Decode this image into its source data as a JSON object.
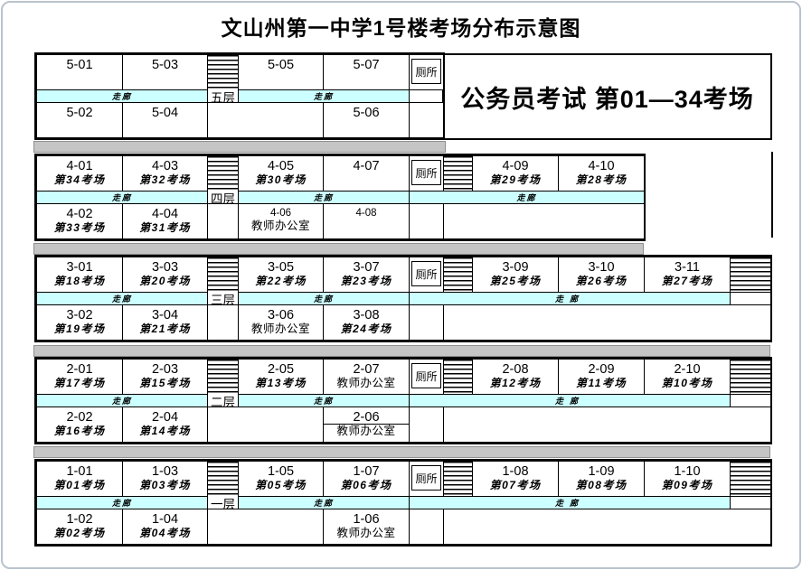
{
  "title": "文山州第一中学1号楼考场分布示意图",
  "info_box_text": "公务员考试 第01—34考场",
  "labels": {
    "corridor": "走廊",
    "toilet": "厕所"
  },
  "colors": {
    "corridor_fill": "#CCFFFF",
    "separator_fill": "#C5C5C5",
    "line": "#000000"
  },
  "floors": [
    {
      "label": "五层",
      "top": [
        {
          "id": "5-01"
        },
        {
          "id": "5-03"
        },
        {
          "id": "5-05"
        },
        {
          "id": "5-07"
        }
      ],
      "right": [],
      "bottom": [
        {
          "col": "A",
          "id": "5-02"
        },
        {
          "col": "B",
          "id": "5-04"
        },
        {
          "col": "D",
          "id": "5-06"
        }
      ]
    },
    {
      "label": "四层",
      "top": [
        {
          "id": "4-01",
          "sub": "第34考场"
        },
        {
          "id": "4-03",
          "sub": "第32考场"
        },
        {
          "id": "4-05",
          "sub": "第30考场"
        },
        {
          "id": "4-07"
        }
      ],
      "right": [
        {
          "id": "4-09",
          "sub": "第29考场"
        },
        {
          "id": "4-10",
          "sub": "第28考场"
        }
      ],
      "bottom": [
        {
          "col": "A",
          "id": "4-02",
          "sub": "第33考场"
        },
        {
          "col": "B",
          "id": "4-04",
          "sub": "第31考场"
        },
        {
          "col": "C",
          "id": "4-06",
          "sub": "教师办公室",
          "small": true
        },
        {
          "col": "D",
          "id": "4-08",
          "small": true
        }
      ]
    },
    {
      "label": "三层",
      "top": [
        {
          "id": "3-01",
          "sub": "第18考场"
        },
        {
          "id": "3-03",
          "sub": "第20考场"
        },
        {
          "id": "3-05",
          "sub": "第22考场"
        },
        {
          "id": "3-07",
          "sub": "第23考场"
        }
      ],
      "right": [
        {
          "id": "3-09",
          "sub": "第25考场"
        },
        {
          "id": "3-10",
          "sub": "第26考场"
        },
        {
          "id": "3-11",
          "sub": "第27考场"
        }
      ],
      "bottom": [
        {
          "col": "A",
          "id": "3-02",
          "sub": "第19考场"
        },
        {
          "col": "B",
          "id": "3-04",
          "sub": "第21考场"
        },
        {
          "col": "C",
          "id": "3-06",
          "sub": "教师办公室"
        },
        {
          "col": "D",
          "id": "3-08",
          "sub": "第24考场"
        }
      ]
    },
    {
      "label": "二层",
      "top": [
        {
          "id": "2-01",
          "sub": "第17考场"
        },
        {
          "id": "2-03",
          "sub": "第15考场"
        },
        {
          "id": "2-05",
          "sub": "第13考场"
        },
        {
          "id": "2-07",
          "sub": "教师办公室"
        }
      ],
      "right": [
        {
          "id": "2-08",
          "sub": "第12考场"
        },
        {
          "id": "2-09",
          "sub": "第11考场"
        },
        {
          "id": "2-10",
          "sub": "第10考场"
        }
      ],
      "bottom": [
        {
          "col": "A",
          "id": "2-02",
          "sub": "第16考场"
        },
        {
          "col": "B",
          "id": "2-04",
          "sub": "第14考场"
        },
        {
          "col": "D",
          "id": "2-06",
          "sub": "教师办公室",
          "divider": true
        }
      ]
    },
    {
      "label": "一层",
      "top": [
        {
          "id": "1-01",
          "sub": "第01考场"
        },
        {
          "id": "1-03",
          "sub": "第03考场"
        },
        {
          "id": "1-05",
          "sub": "第05考场"
        },
        {
          "id": "1-07",
          "sub": "第06考场"
        }
      ],
      "right": [
        {
          "id": "1-08",
          "sub": "第07考场"
        },
        {
          "id": "1-09",
          "sub": "第08考场"
        },
        {
          "id": "1-10",
          "sub": "第09考场"
        }
      ],
      "bottom": [
        {
          "col": "A",
          "id": "1-02",
          "sub": "第02考场"
        },
        {
          "col": "B",
          "id": "1-04",
          "sub": "第04考场"
        },
        {
          "col": "D",
          "id": "1-06",
          "sub": "教师办公室"
        }
      ]
    }
  ]
}
